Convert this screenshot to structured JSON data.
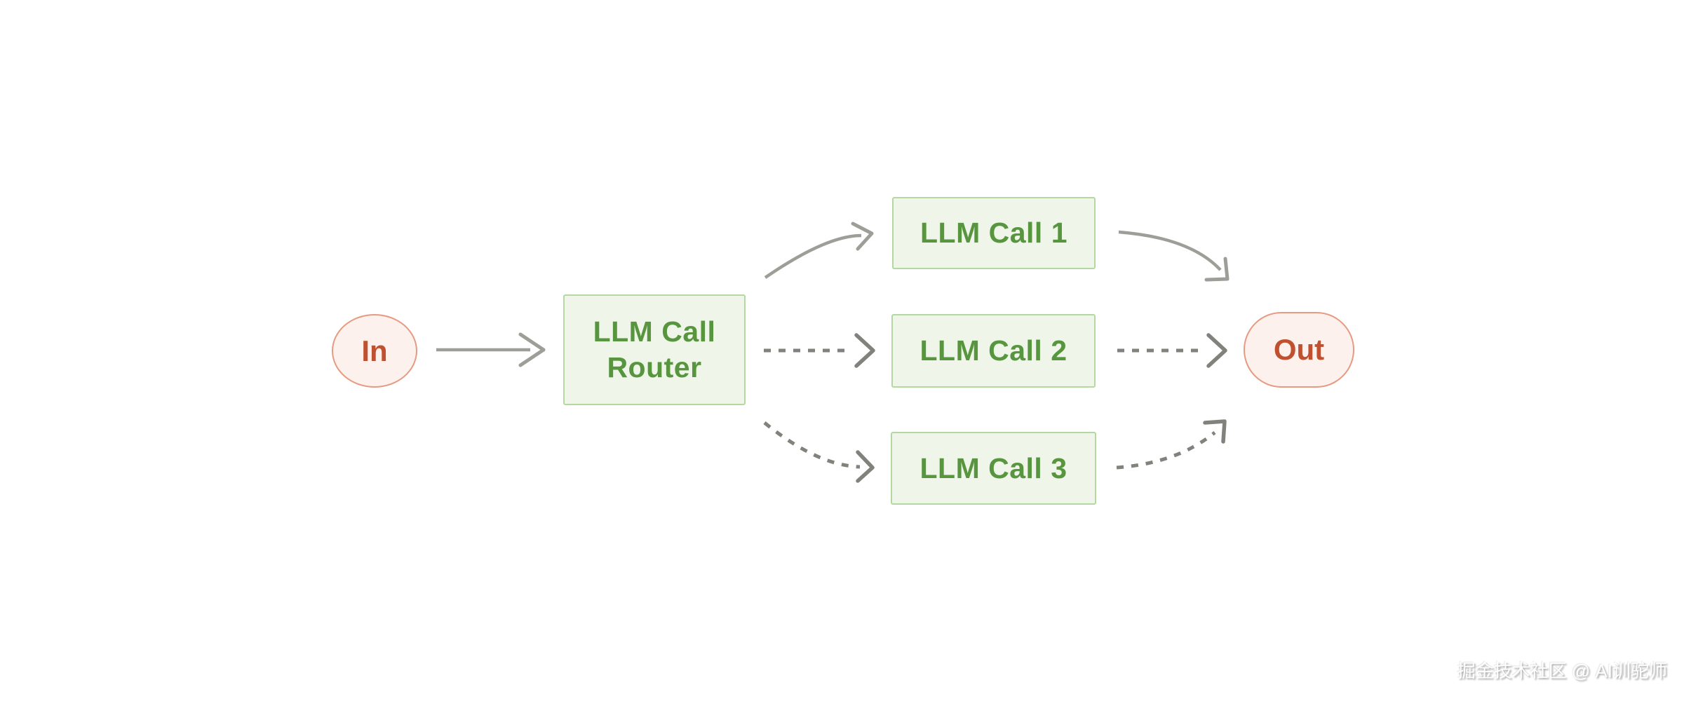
{
  "colors": {
    "background": "#ffffff",
    "box_fill": "#eff6e9",
    "box_border": "#b3d8a0",
    "box_text": "#57963e",
    "terminal_fill": "#fdf1ed",
    "terminal_border": "#e59a81",
    "terminal_text": "#c05130",
    "arrow_solid": "#9e9e98",
    "arrow_dashed": "#82827d"
  },
  "diagram": {
    "nodes": {
      "input": {
        "label": "In",
        "shape": "ellipse"
      },
      "router": {
        "label": "LLM Call Router",
        "shape": "rectangle"
      },
      "call1": {
        "label": "LLM Call 1",
        "shape": "rectangle"
      },
      "call2": {
        "label": "LLM Call 2",
        "shape": "rectangle"
      },
      "call3": {
        "label": "LLM Call 3",
        "shape": "rectangle"
      },
      "output": {
        "label": "Out",
        "shape": "pill"
      }
    },
    "edges": [
      {
        "from": "In",
        "to": "LLM Call Router",
        "style": "solid"
      },
      {
        "from": "LLM Call Router",
        "to": "LLM Call 1",
        "style": "solid"
      },
      {
        "from": "LLM Call Router",
        "to": "LLM Call 2",
        "style": "dashed"
      },
      {
        "from": "LLM Call Router",
        "to": "LLM Call 3",
        "style": "dashed"
      },
      {
        "from": "LLM Call 1",
        "to": "Out",
        "style": "solid"
      },
      {
        "from": "LLM Call 2",
        "to": "Out",
        "style": "dashed"
      },
      {
        "from": "LLM Call 3",
        "to": "Out",
        "style": "dashed"
      }
    ]
  },
  "watermark": {
    "text": "掘金技术社区 @ AI训驼师"
  }
}
